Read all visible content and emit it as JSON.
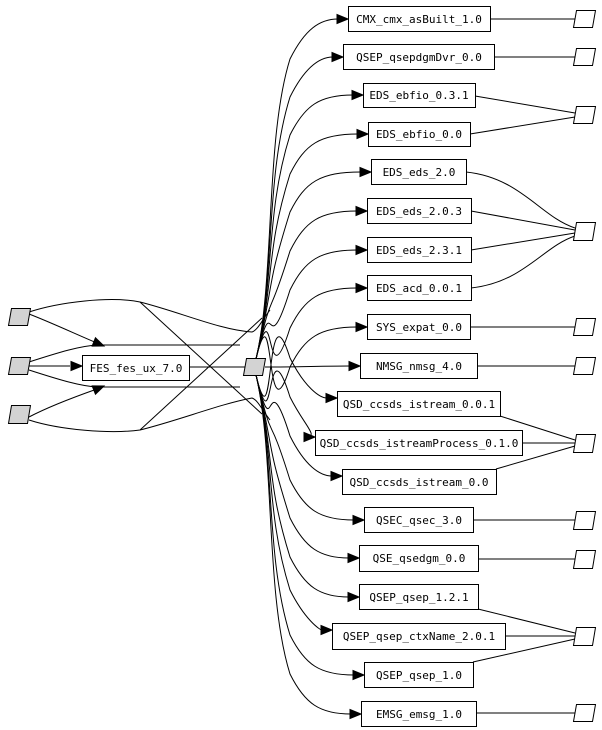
{
  "diagram": {
    "type": "dependency-graph",
    "colors": {
      "source_node_fill": "#d3d3d3",
      "hub_node_fill": "#d3d3d3",
      "sink_node_fill": "#ffffff",
      "box_fill": "#ffffff",
      "stroke": "#000000"
    },
    "root": {
      "id": "fes",
      "label": "FES_fes_ux_7.0"
    },
    "sources": [
      {
        "id": "src1",
        "shape": "parallelogram",
        "label": ""
      },
      {
        "id": "src2",
        "shape": "parallelogram",
        "label": ""
      },
      {
        "id": "src3",
        "shape": "parallelogram",
        "label": ""
      }
    ],
    "hub": {
      "id": "hub",
      "shape": "parallelogram",
      "label": ""
    },
    "packages": [
      {
        "id": "p0",
        "label": "CMX_cmx_asBuilt_1.0",
        "sink": "s0"
      },
      {
        "id": "p1",
        "label": "QSEP_qsepdgmDvr_0.0",
        "sink": "s1"
      },
      {
        "id": "p2",
        "label": "EDS_ebfio_0.3.1",
        "sink": "s2"
      },
      {
        "id": "p3",
        "label": "EDS_ebfio_0.0",
        "sink": "s2"
      },
      {
        "id": "p4",
        "label": "EDS_eds_2.0",
        "sink": "s3"
      },
      {
        "id": "p5",
        "label": "EDS_eds_2.0.3",
        "sink": "s3"
      },
      {
        "id": "p6",
        "label": "EDS_eds_2.3.1",
        "sink": "s3"
      },
      {
        "id": "p7",
        "label": "EDS_acd_0.0.1",
        "sink": "s3"
      },
      {
        "id": "p8",
        "label": "SYS_expat_0.0",
        "sink": "s4"
      },
      {
        "id": "p9",
        "label": "NMSG_nmsg_4.0",
        "sink": "s5"
      },
      {
        "id": "p10",
        "label": "QSD_ccsds_istream_0.0.1",
        "sink": "s6"
      },
      {
        "id": "p11",
        "label": "QSD_ccsds_istreamProcess_0.1.0",
        "sink": "s6"
      },
      {
        "id": "p12",
        "label": "QSD_ccsds_istream_0.0",
        "sink": "s6"
      },
      {
        "id": "p13",
        "label": "QSEC_qsec_3.0",
        "sink": "s7"
      },
      {
        "id": "p14",
        "label": "QSE_qsedgm_0.0",
        "sink": "s8"
      },
      {
        "id": "p15",
        "label": "QSEP_qsep_1.2.1",
        "sink": "s9"
      },
      {
        "id": "p16",
        "label": "QSEP_qsep_ctxName_2.0.1",
        "sink": "s9"
      },
      {
        "id": "p17",
        "label": "QSEP_qsep_1.0",
        "sink": "s9"
      },
      {
        "id": "p18",
        "label": "EMSG_emsg_1.0",
        "sink": "s10"
      }
    ],
    "sinks": [
      {
        "id": "s0",
        "shape": "parallelogram",
        "label": ""
      },
      {
        "id": "s1",
        "shape": "parallelogram",
        "label": ""
      },
      {
        "id": "s2",
        "shape": "parallelogram",
        "label": ""
      },
      {
        "id": "s3",
        "shape": "parallelogram",
        "label": ""
      },
      {
        "id": "s4",
        "shape": "parallelogram",
        "label": ""
      },
      {
        "id": "s5",
        "shape": "parallelogram",
        "label": ""
      },
      {
        "id": "s6",
        "shape": "parallelogram",
        "label": ""
      },
      {
        "id": "s7",
        "shape": "parallelogram",
        "label": ""
      },
      {
        "id": "s8",
        "shape": "parallelogram",
        "label": ""
      },
      {
        "id": "s9",
        "shape": "parallelogram",
        "label": ""
      },
      {
        "id": "s10",
        "shape": "parallelogram",
        "label": ""
      }
    ]
  }
}
